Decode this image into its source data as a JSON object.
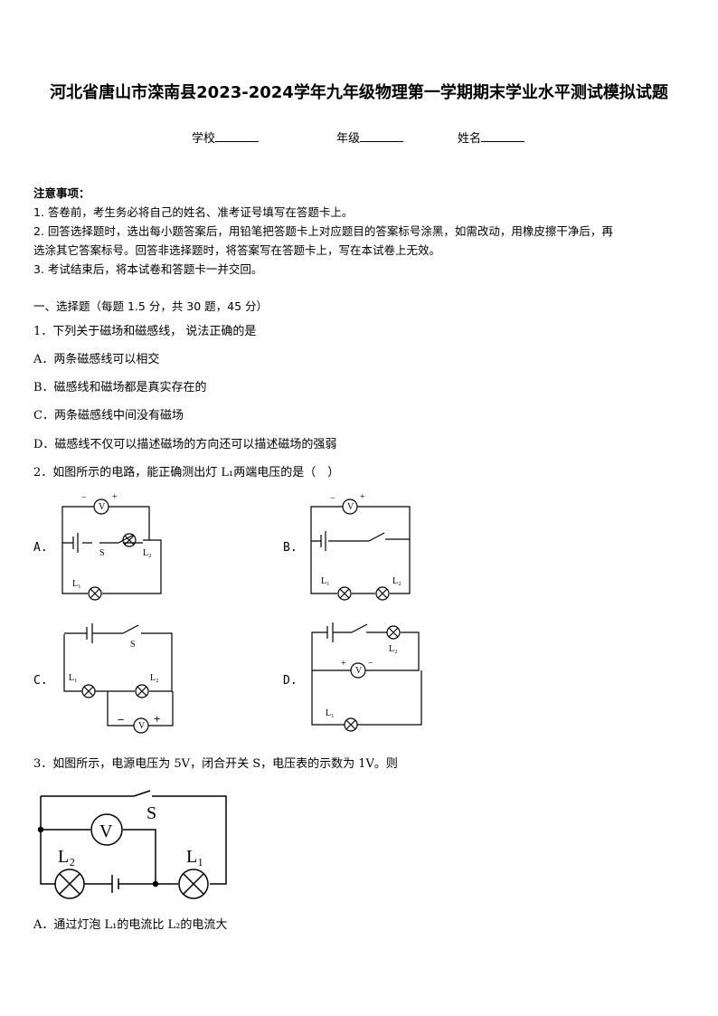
{
  "title": "河北省唐山市滦南县2023-2024学年九年级物理第一学期期末学业水平测试模拟试题",
  "info": {
    "school": "学校",
    "grade": "年级",
    "name": "姓名"
  },
  "notes": {
    "heading": "注意事项：",
    "items": [
      "1. 答卷前，考生务必将自己的姓名、准考证号填写在答题卡上。",
      "2. 回答选择题时，选出每小题答案后，用铅笔把答题卡上对应题目的答案标号涂黑，如需改动，用橡皮擦干净后，再",
      "选涂其它答案标号。回答非选择题时，将答案写在答题卡上，写在本试卷上无效。",
      "3. 考试结束后，将本试卷和答题卡一并交回。"
    ]
  },
  "section": "一、选择题（每题 1.5 分，共 30 题，45 分）",
  "q1": {
    "stem": "1．下列关于磁场和磁感线， 说法正确的是",
    "options": [
      "A．两条磁感线可以相交",
      "B．磁感线和磁场都是真实存在的",
      "C．两条磁感线中间没有磁场",
      "D．磁感线不仅可以描述磁场的方向还可以描述磁场的强弱"
    ]
  },
  "q2": {
    "stem": "2．如图所示的电路，能正确测出灯 L₁两端电压的是（　）",
    "options": [
      "A.",
      "B.",
      "C.",
      "D."
    ],
    "labels": {
      "v": "V",
      "minus": "−",
      "plus": "+",
      "s": "S",
      "l1": "L₁",
      "l2": "L₂"
    }
  },
  "q3": {
    "stem": "3．如图所示，电源电压为 5V，闭合开关 S，电压表的示数为 1V。则",
    "labels": {
      "v": "V",
      "s": "S",
      "l1": "L₁",
      "l2": "L₂"
    },
    "options": [
      "A．通过灯泡 L₁的电流比 L₂的电流大"
    ]
  }
}
